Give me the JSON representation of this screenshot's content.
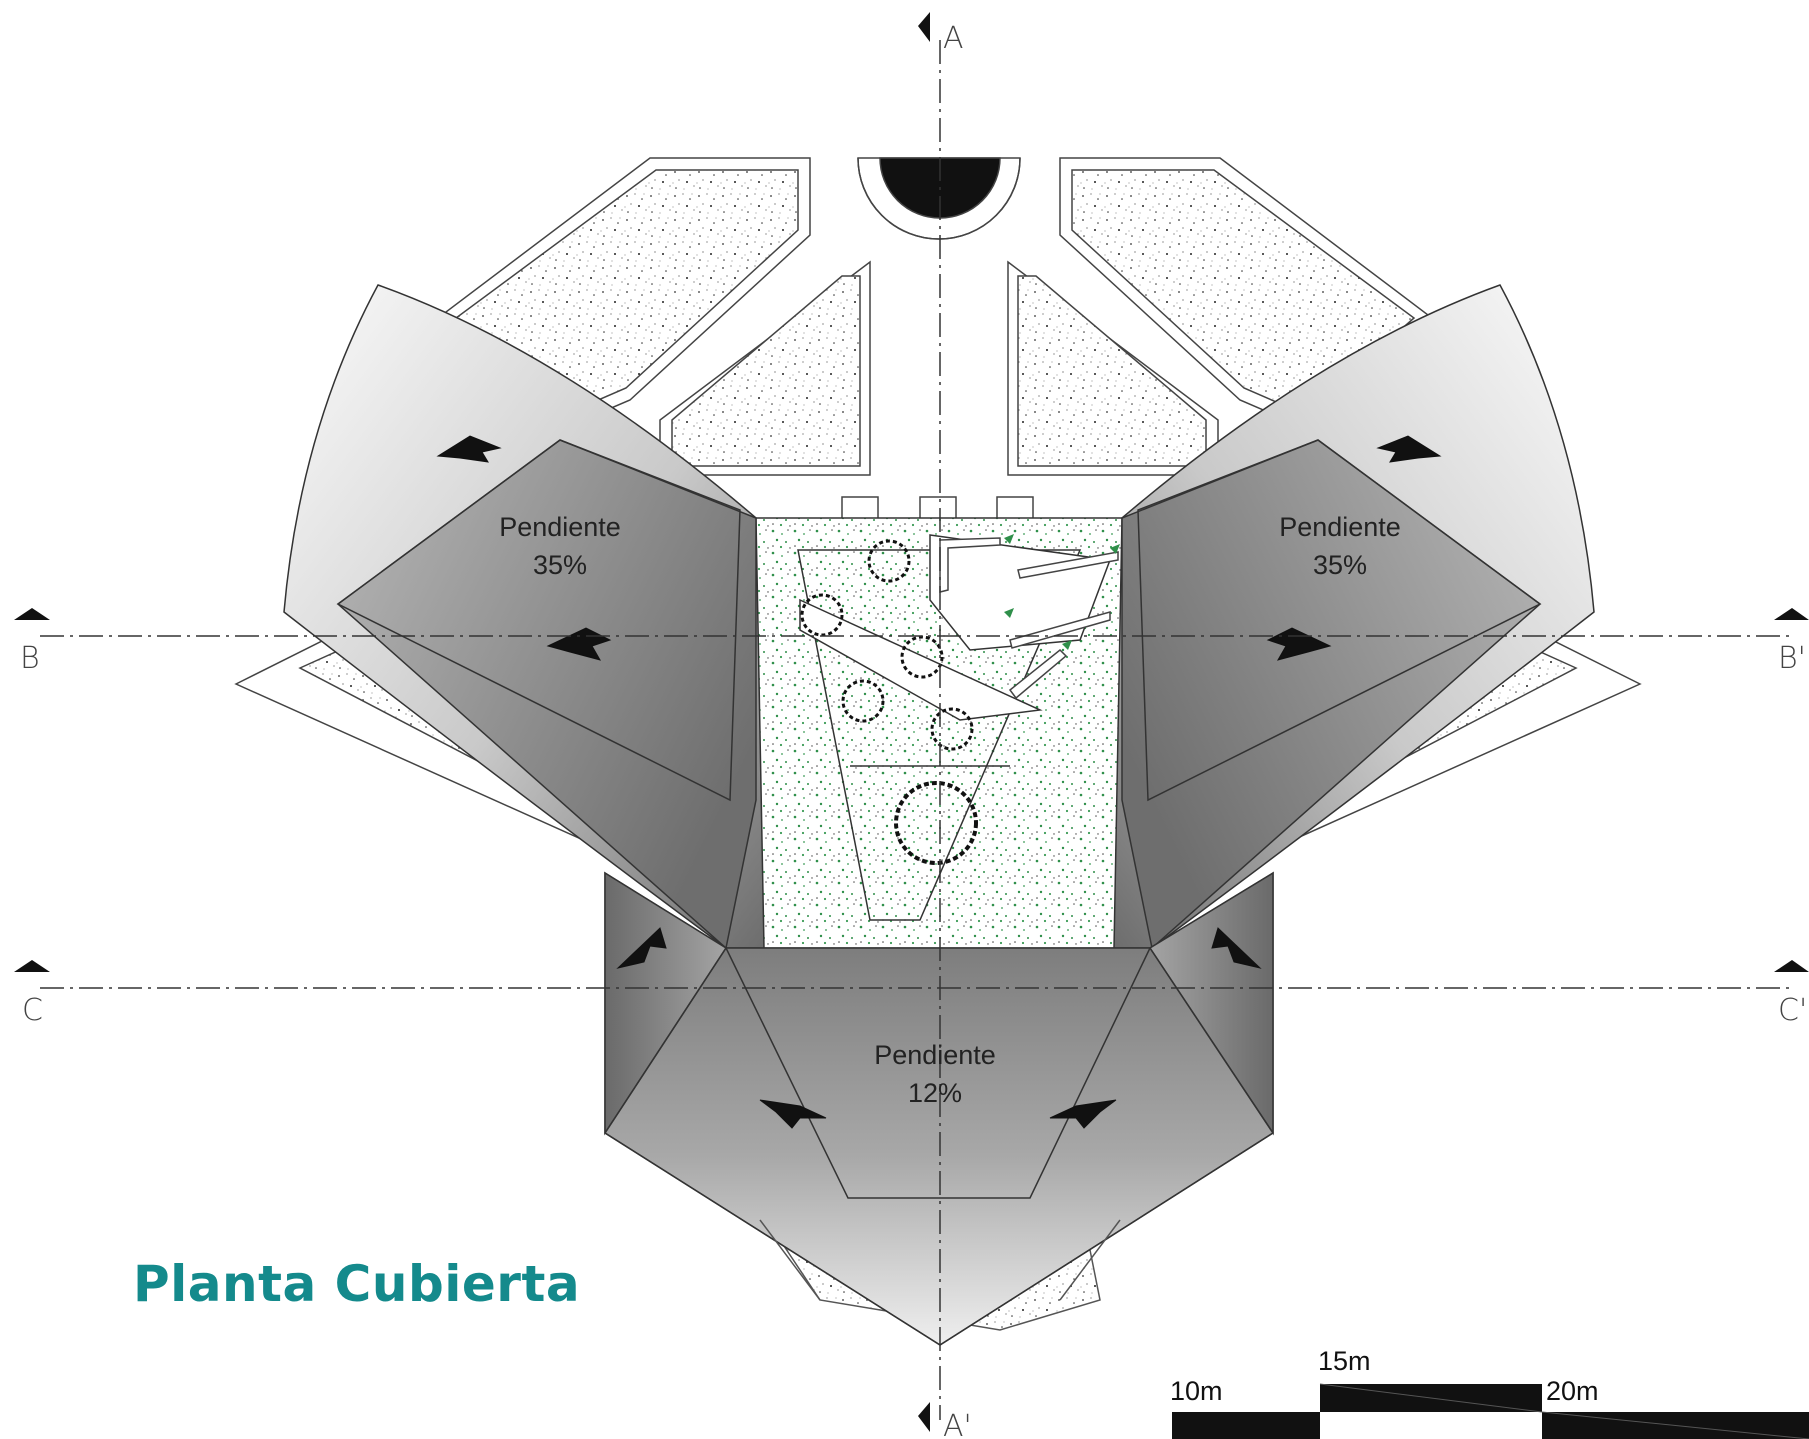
{
  "title": "Planta Cubierta",
  "sections": {
    "a_top": "A",
    "a_bottom": "A'",
    "b_left": "B",
    "b_right": "B'",
    "c_left": "C",
    "c_right": "C'"
  },
  "slopes": {
    "left": {
      "label": "Pendiente",
      "value": "35%"
    },
    "right": {
      "label": "Pendiente",
      "value": "35%"
    },
    "bottom": {
      "label": "Pendiente",
      "value": "12%"
    }
  },
  "scale_bar": {
    "labels": [
      "10m",
      "15m",
      "20m"
    ]
  },
  "colors": {
    "title": "#148a8c",
    "vegetation": "#2f8f4a",
    "roof_dark": "#7a7a7a",
    "roof_light": "#f4f4f4"
  }
}
